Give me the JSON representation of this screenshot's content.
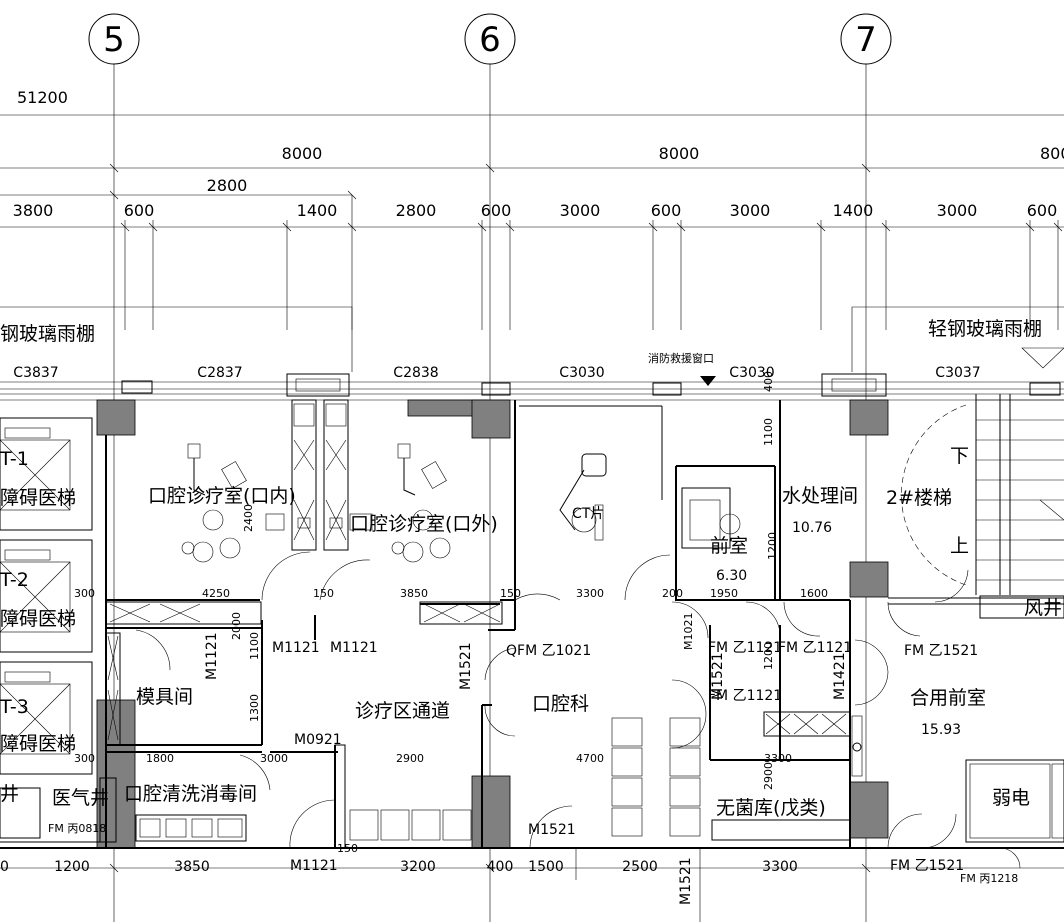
{
  "axes": [
    {
      "id": "5",
      "label": "5"
    },
    {
      "id": "6",
      "label": "6"
    },
    {
      "id": "7",
      "label": "7"
    }
  ],
  "dims": {
    "overall": "51200",
    "bay_5_6": "8000",
    "bay_6_7": "8000",
    "bay_7_next": "800",
    "sub_2800": "2800",
    "seg": [
      "3800",
      "600",
      "1400",
      "2800",
      "600",
      "3000",
      "600",
      "3000",
      "1400",
      "3000",
      "600"
    ]
  },
  "canopy": {
    "left": "钢玻璃雨棚",
    "right": "轻钢玻璃雨棚"
  },
  "windows": [
    "C3837",
    "C2837",
    "C2838",
    "C3030",
    "C3030",
    "C3037"
  ],
  "fire_window": "消防救援窗口",
  "elevators": [
    {
      "code": "T-1",
      "name": "障碍医梯"
    },
    {
      "code": "T-2",
      "name": "障碍医梯"
    },
    {
      "code": "T-3",
      "name": "障碍医梯"
    }
  ],
  "rooms": {
    "oral_inner": "口腔诊疗室(口内)",
    "oral_outer": "口腔诊疗室(口外)",
    "ct": "CT片",
    "anteroom": "前室",
    "anteroom_area": "6.30",
    "water": "水处理间",
    "water_area": "10.76",
    "stair": "2#楼梯",
    "stair_down": "下",
    "stair_up": "上",
    "wind_shaft": "风井",
    "mold": "模具间",
    "corridor": "诊疗区通道",
    "dept": "口腔科",
    "shared_ante": "合用前室",
    "shared_ante_area": "15.93",
    "weak": "弱电",
    "gas": "医气井",
    "wash": "口腔清洗消毒间",
    "sterile": "无菌库(戊类)",
    "pipe": "井"
  },
  "doors": {
    "m1121a": "M1121",
    "m1121b": "M1121",
    "m1121c": "M1121",
    "m0921": "M0921",
    "m1521a": "M1521",
    "m1521b": "M1521",
    "m1521c": "M1521",
    "m1521d": "M1521",
    "m1021": "M1021",
    "m1421": "M1421",
    "qfm1021": "QFM 乙1021",
    "fm1121a": "FM 乙1121",
    "fm1121b": "FM 乙1121",
    "fm1121c": "FM 乙1121",
    "fm1521a": "FM 乙1521",
    "fm1521b": "FM 乙1521",
    "fm0818": "FM 丙0818",
    "fm1218": "FM 丙1218",
    "m1121_bottom": "M1121",
    "m2": "QFM 乙1021"
  },
  "inner_dims": {
    "d4250": "4250",
    "d3850": "3850",
    "d150a": "150",
    "d150b": "150",
    "d3300": "3300",
    "d200": "200",
    "d1950": "1950",
    "d1600": "1600",
    "d300a": "300",
    "d300b": "300",
    "d2000": "2000",
    "d1800": "1800",
    "d3000": "3000",
    "d2900": "2900",
    "d4700": "4700",
    "d3300b": "3300",
    "d1200a": "1200",
    "d1300": "1300",
    "d1100a": "1100",
    "d1100b": "1100",
    "d1200b": "1200",
    "d2400": "2400",
    "d2900v": "2900",
    "d400": "400",
    "d150c": "150"
  },
  "bottom_dims": [
    "0",
    "1200",
    "3850",
    "150",
    "3200",
    "400",
    "1500",
    "2500",
    "3300"
  ]
}
